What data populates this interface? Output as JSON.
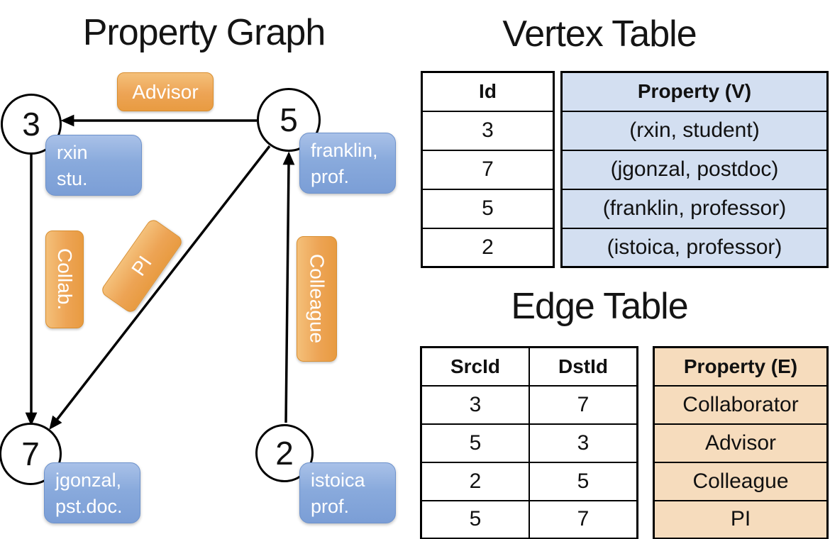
{
  "graph": {
    "title": "Property Graph",
    "nodes": [
      {
        "id": "3",
        "label_line1": "rxin",
        "label_line2": "stu."
      },
      {
        "id": "5",
        "label_line1": "franklin,",
        "label_line2": "prof."
      },
      {
        "id": "7",
        "label_line1": "jgonzal,",
        "label_line2": "pst.doc."
      },
      {
        "id": "2",
        "label_line1": "istoica",
        "label_line2": "prof."
      }
    ],
    "edge_labels": {
      "advisor": "Advisor",
      "collab": "Collab.",
      "pi": "PI",
      "colleague": "Colleague"
    }
  },
  "vertex_table": {
    "title": "Vertex Table",
    "headers": {
      "id": "Id",
      "property": "Property (V)"
    },
    "rows": [
      {
        "id": "3",
        "property": "(rxin, student)"
      },
      {
        "id": "7",
        "property": "(jgonzal, postdoc)"
      },
      {
        "id": "5",
        "property": "(franklin, professor)"
      },
      {
        "id": "2",
        "property": "(istoica, professor)"
      }
    ]
  },
  "edge_table": {
    "title": "Edge Table",
    "headers": {
      "src": "SrcId",
      "dst": "DstId",
      "property": "Property (E)"
    },
    "rows": [
      {
        "src": "3",
        "dst": "7",
        "property": "Collaborator"
      },
      {
        "src": "5",
        "dst": "3",
        "property": "Advisor"
      },
      {
        "src": "2",
        "dst": "5",
        "property": "Colleague"
      },
      {
        "src": "5",
        "dst": "7",
        "property": "PI"
      }
    ]
  },
  "colors": {
    "edge_label_orange": "#eda455",
    "vertex_box_blue": "#89aadc",
    "vertex_cell_blue": "#d3dff1",
    "edge_cell_orange": "#f6dcbd",
    "line_black": "#000000"
  }
}
